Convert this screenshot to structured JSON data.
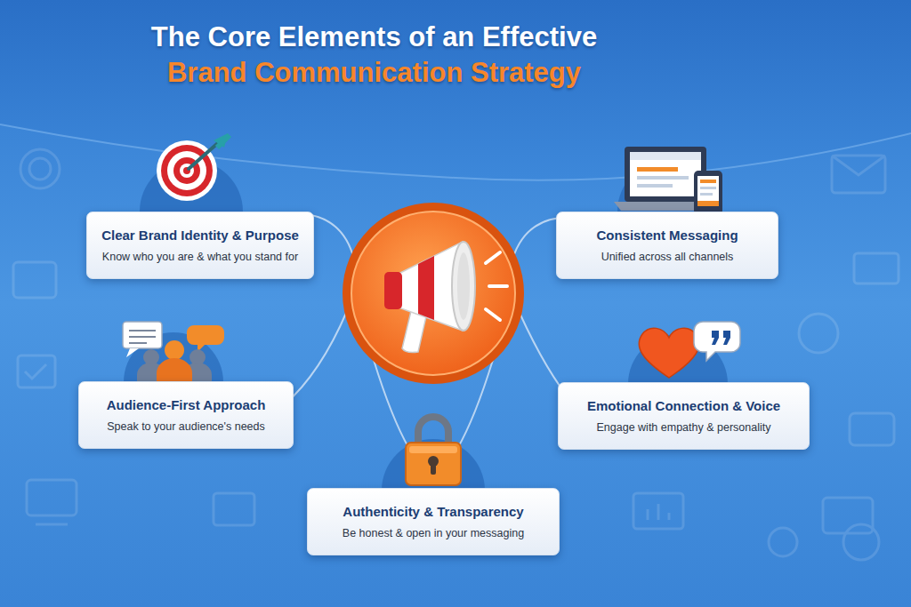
{
  "diagram": {
    "title": "The Core Elements of an Effective Brand Communication Strategy",
    "nodes": [
      {
        "text": [
          "Clear Brand Identity & Purpose",
          "Know who you are & what you stand for"
        ]
      },
      {
        "text": [
          "Consistent Messaging",
          "Unified across all channels"
        ]
      },
      {
        "text": [
          "Audience-First Approach",
          "Speak to your audience's needs"
        ]
      },
      {
        "text": [
          "Emotional Connection & Voice",
          "Engage with empathy & personality"
        ]
      },
      {
        "text": [
          "Authenticity & Transparency",
          "Be honest & open in your messaging"
        ]
      }
    ]
  }
}
